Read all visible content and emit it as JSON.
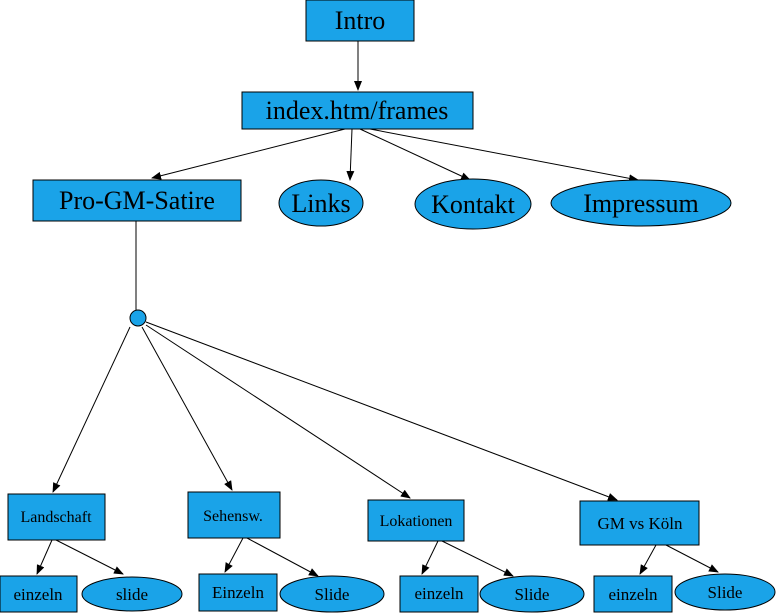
{
  "colors": {
    "fill": "#1aa3e8",
    "stroke": "#000000",
    "background": "#ffffff"
  },
  "nodes": {
    "intro": "Intro",
    "index": "index.htm/frames",
    "pro_gm_satire": "Pro-GM-Satire",
    "links": "Links",
    "kontakt": "Kontakt",
    "impressum": "Impressum",
    "landschaft": "Landschaft",
    "sehensw": "Sehensw.",
    "lokationen": "Lokationen",
    "gm_vs_koeln": "GM vs Köln",
    "landschaft_einzeln": "einzeln",
    "landschaft_slide": "slide",
    "sehensw_einzeln": "Einzeln",
    "sehensw_slide": "Slide",
    "lokationen_einzeln": "einzeln",
    "lokationen_slide": "Slide",
    "gm_vs_koeln_einzeln": "einzeln",
    "gm_vs_koeln_slide": "Slide"
  }
}
